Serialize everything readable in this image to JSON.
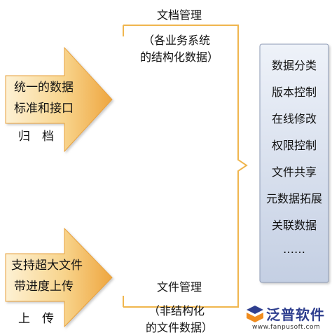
{
  "top_label": {
    "title": "文档管理",
    "line1": "（各业务系统",
    "line2": "的结构化数据）"
  },
  "bottom_label": {
    "title": "文件管理",
    "line1": "（非结构化",
    "line2": "的文件数据）"
  },
  "arrow_top": {
    "line1": "统一的数据",
    "line2": "标准和接口",
    "caption": "归　档"
  },
  "arrow_bottom": {
    "line1": "支持超大文件",
    "line2": "带进度上传",
    "caption": "上　传"
  },
  "panel": {
    "items": [
      "数据分类",
      "版本控制",
      "在线修改",
      "权限控制",
      "文件共享",
      "元数据拓展",
      "关联数据",
      "……"
    ]
  },
  "logo": {
    "name": "泛普软件",
    "url": "www.fanpusoft.com"
  },
  "colors": {
    "arrow_light": "#fbe6b8",
    "arrow_dark": "#eea640",
    "bracket": "#f0b64e",
    "panel_top": "#eef2f9",
    "panel_bottom": "#c9d3e6",
    "logo_blue": "#2f3f8f",
    "logo_orange": "#f08c1e"
  }
}
